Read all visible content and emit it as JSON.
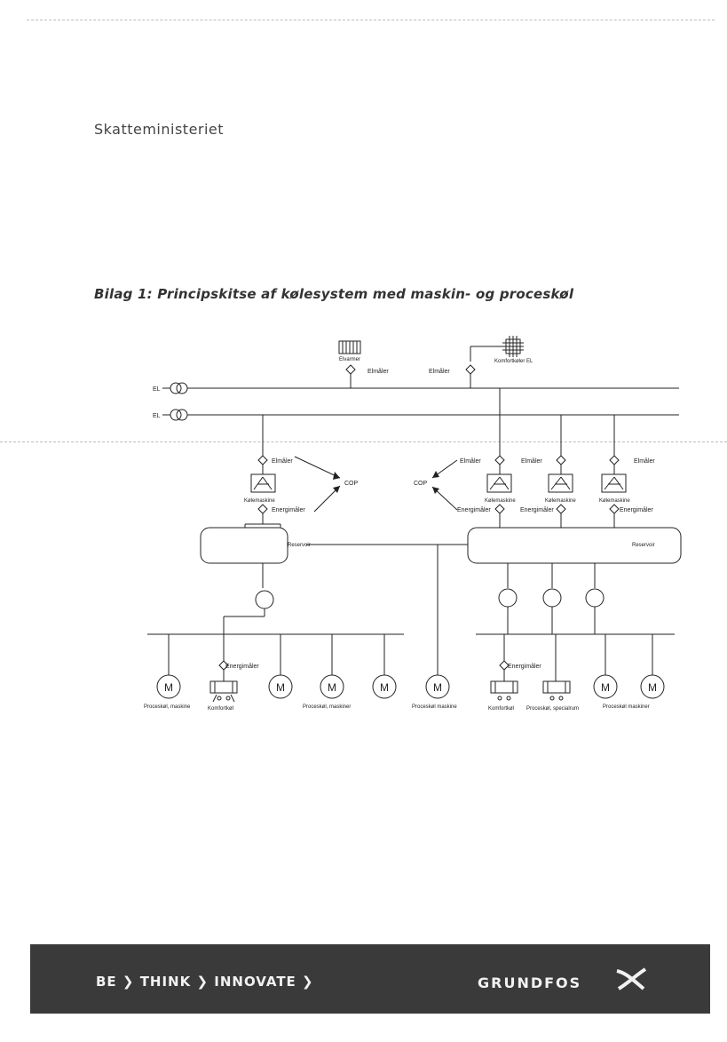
{
  "header": {
    "ministry": "Skatteministeriet"
  },
  "document": {
    "title": "Bilag 1: Principskitse af kølesystem med maskin- og proceskøl"
  },
  "diagram": {
    "el_left_1": "EL",
    "el_left_2": "EL",
    "elvarmer": "Elvarmer",
    "komfortkoeler_el": "Komfortkøler EL",
    "elmaaler": "Elmåler",
    "energimaaler": "Energimåler",
    "koelemaskine": "Kølemaskine",
    "cop": "COP",
    "reservoir": "Reservoir",
    "motor": "M",
    "proceskoel_maskine": "Proceskøl, maskine",
    "komfortkoel": "Komfortkøl",
    "proceskoel_maskiner": "Proceskøl, maskiner",
    "proceskoel_maskine_mid": "Proceskøl maskine",
    "proceskoel_specialrum": "Proceskøl, specialrum",
    "proceskoel_maskiner_right": "Proceskøl maskiner"
  },
  "footer": {
    "slogan": "BE ❯ THINK ❯ INNOVATE ❯",
    "brand": "GRUNDFOS"
  }
}
